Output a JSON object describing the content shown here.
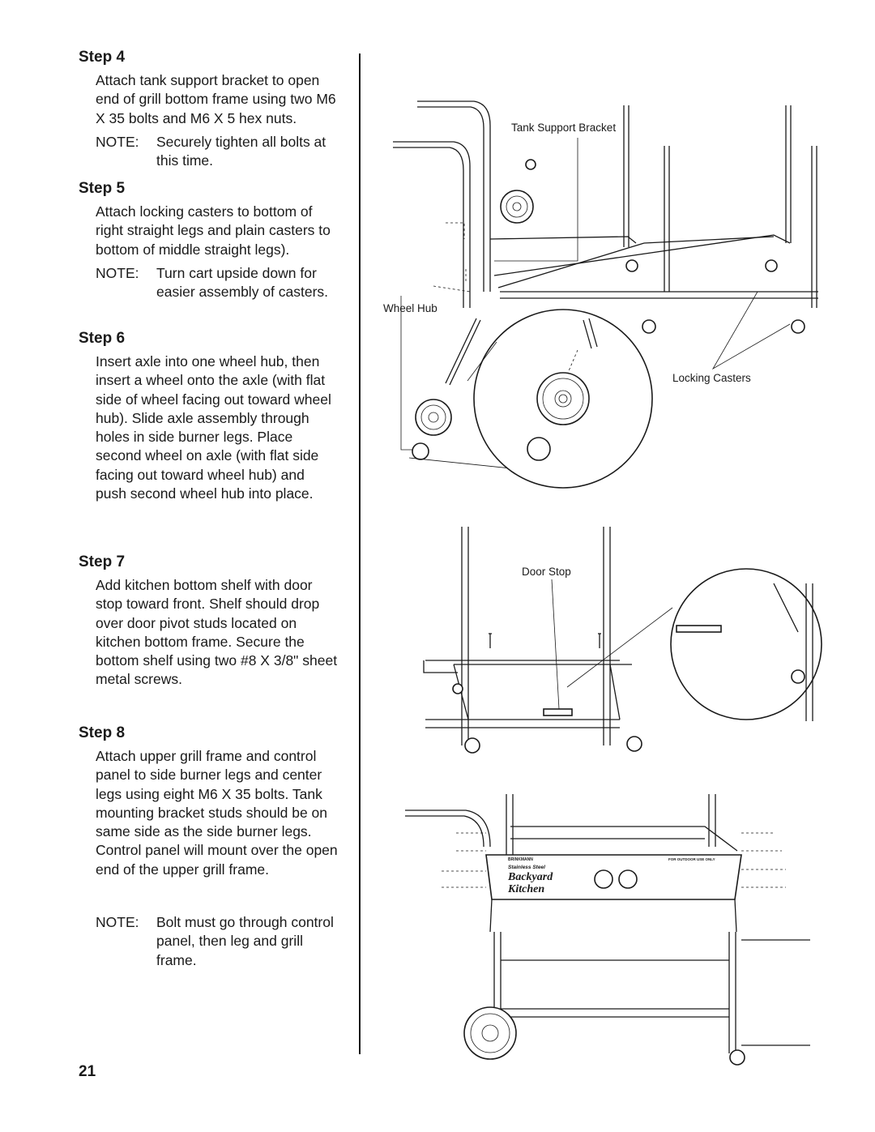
{
  "steps": [
    {
      "title": "Step 4",
      "text": "Attach tank support bracket to open end of grill bottom frame using two M6 X 35 bolts and M6 X 5 hex nuts.",
      "note_label": "NOTE:",
      "note_text": "Securely tighten all bolts at this time."
    },
    {
      "title": "Step 5",
      "text": "Attach locking casters to bottom of right straight legs and plain casters to bottom of middle straight legs).",
      "note_label": "NOTE:",
      "note_text": "Turn cart upside down for easier assembly of casters."
    },
    {
      "title": "Step 6",
      "text": "Insert axle into one wheel hub, then insert a wheel onto the axle (with flat side of wheel facing out toward wheel hub). Slide axle assembly through holes in side burner legs. Place second wheel on axle (with flat side facing out toward wheel hub) and push second wheel hub into place."
    },
    {
      "title": "Step 7",
      "text": "Add kitchen bottom shelf with door stop toward front. Shelf should drop over door pivot studs located on kitchen bottom frame. Secure the bottom shelf using two #8 X 3/8\" sheet metal screws."
    },
    {
      "title": "Step 8",
      "text": "Attach upper grill frame and control panel to side burner legs and center legs using eight M6 X 35 bolts. Tank mounting bracket studs should be on same side as the side burner legs. Control panel will mount over the open end of the upper grill frame.",
      "note_label": "NOTE:",
      "note_text": "Bolt must go through control panel, then leg and grill frame."
    }
  ],
  "page_number": "21",
  "callouts": {
    "tank_support_bracket": "Tank Support Bracket",
    "wheel_hub": "Wheel Hub",
    "locking_casters": "Locking Casters",
    "door_stop": "Door Stop"
  },
  "panel_branding": {
    "brand": "BRINKMANN",
    "line1": "Stainless Steel",
    "line2": "Backyard",
    "line3": "Kitchen",
    "warning": "FOR OUTDOOR USE ONLY"
  }
}
